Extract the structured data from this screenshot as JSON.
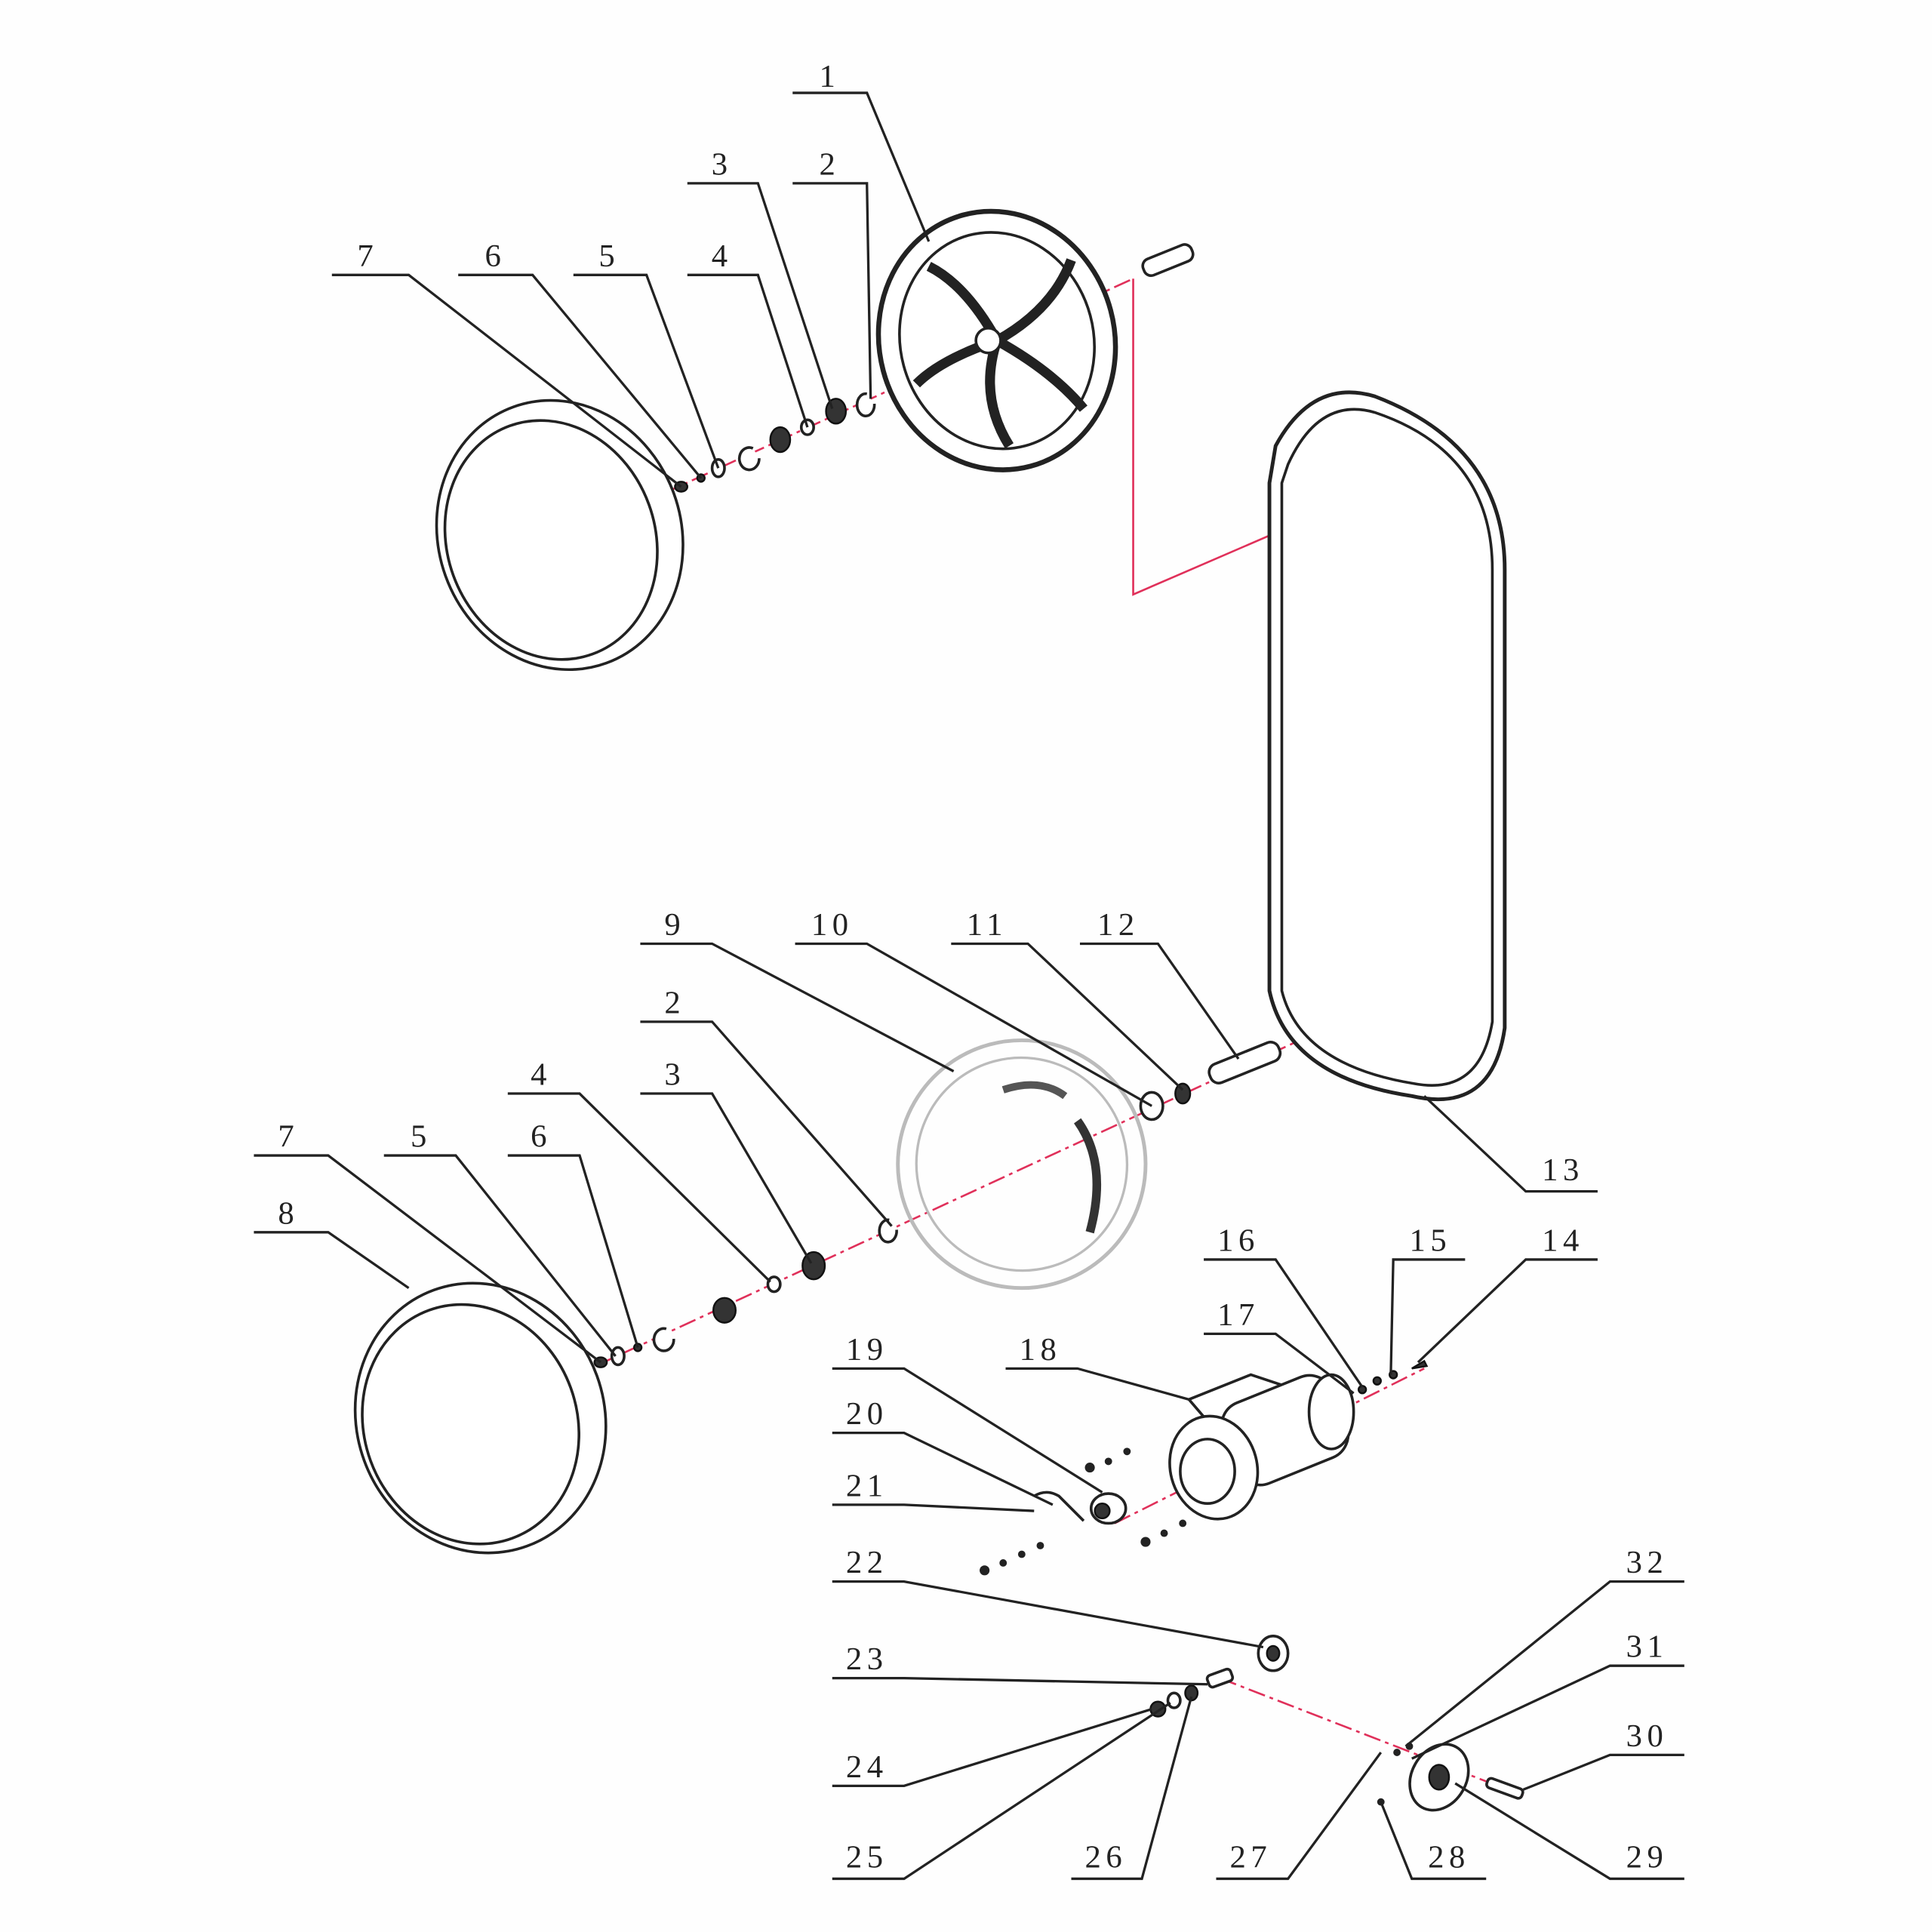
{
  "diagram": {
    "title_visible": false,
    "callouts": [
      "1",
      "3",
      "2",
      "7",
      "6",
      "5",
      "4",
      "9",
      "10",
      "11",
      "12",
      "2",
      "4",
      "3",
      "7",
      "5",
      "6",
      "8",
      "13",
      "16",
      "15",
      "14",
      "17",
      "18",
      "19",
      "20",
      "21",
      "22",
      "23",
      "24",
      "25",
      "26",
      "27",
      "28",
      "29",
      "30",
      "31",
      "32"
    ],
    "colors": {
      "axis": "#e0305a",
      "line": "#222222"
    }
  }
}
